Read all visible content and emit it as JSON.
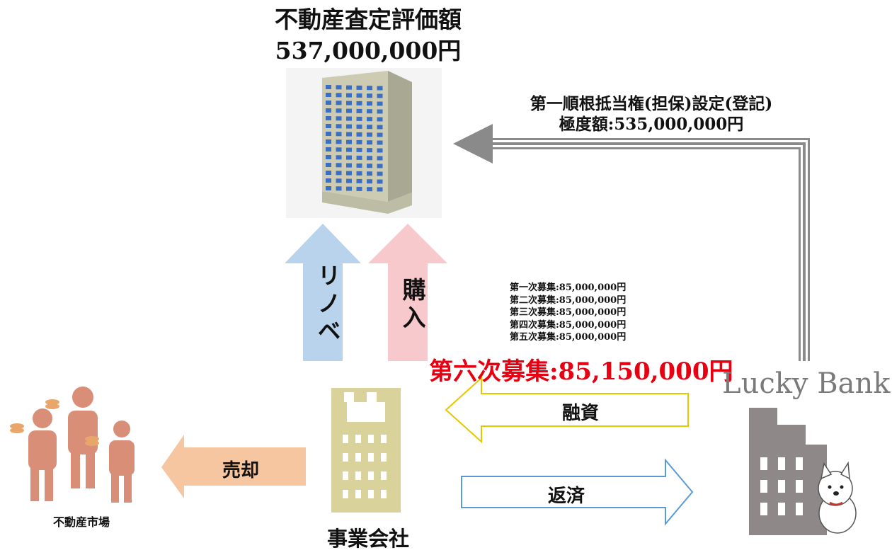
{
  "appraisal": {
    "title": "不動産査定評価額",
    "amount": "537,000,000円"
  },
  "mortgage": {
    "line1": "第一順根抵当権(担保)設定(登記)",
    "line2": "極度額:535,000,000円"
  },
  "arrows": {
    "renovation": "リノベ",
    "purchase": "購入",
    "loan": "融資",
    "repayment": "返済",
    "sale": "売却"
  },
  "rounds": {
    "items": [
      "第一次募集:85,000,000円",
      "第二次募集:85,000,000円",
      "第三次募集:85,000,000円",
      "第四次募集:85,000,000円",
      "第五次募集:85,000,000円"
    ],
    "current": "第六次募集:85,150,000円"
  },
  "labels": {
    "company": "事業会社",
    "market": "不動産市場",
    "bank": "Lucky Bank"
  },
  "colors": {
    "renovation_arrow": "#b9d3ec",
    "purchase_arrow": "#f8c9cc",
    "sale_arrow": "#f6c6a1",
    "loan_arrow_outline": "#e6c800",
    "repay_arrow_outline": "#5b9bd5",
    "highlight_red": "#e60012",
    "company_building": "#d9d29a",
    "bank_building": "#8e8888",
    "people": "#d98e78"
  },
  "icons": [
    "apartment-building-icon",
    "company-building-icon",
    "bank-building-icon",
    "dog-mascot-icon",
    "people-with-coins-icon"
  ]
}
